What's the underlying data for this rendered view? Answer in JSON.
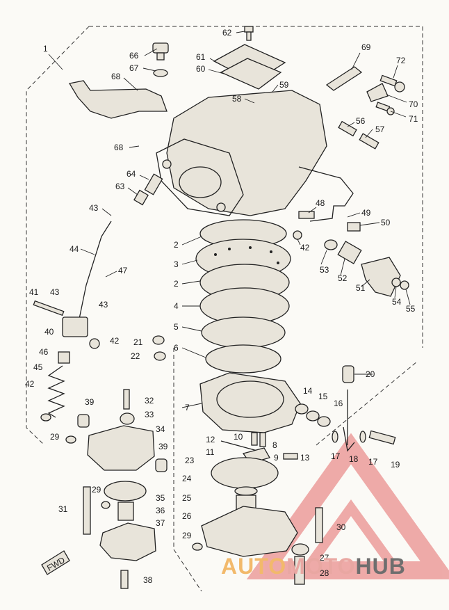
{
  "labels": [
    {
      "text": "1"
    },
    {
      "text": "62"
    },
    {
      "text": "66"
    },
    {
      "text": "67"
    },
    {
      "text": "61"
    },
    {
      "text": "60"
    },
    {
      "text": "69"
    },
    {
      "text": "72"
    },
    {
      "text": "68"
    },
    {
      "text": "59"
    },
    {
      "text": "58"
    },
    {
      "text": "70"
    },
    {
      "text": "71"
    },
    {
      "text": "56"
    },
    {
      "text": "57"
    },
    {
      "text": "68"
    },
    {
      "text": "64"
    },
    {
      "text": "63"
    },
    {
      "text": "43"
    },
    {
      "text": "48"
    },
    {
      "text": "49"
    },
    {
      "text": "50"
    },
    {
      "text": "2"
    },
    {
      "text": "42"
    },
    {
      "text": "44"
    },
    {
      "text": "3"
    },
    {
      "text": "53"
    },
    {
      "text": "47"
    },
    {
      "text": "2"
    },
    {
      "text": "52"
    },
    {
      "text": "51"
    },
    {
      "text": "54"
    },
    {
      "text": "55"
    },
    {
      "text": "41"
    },
    {
      "text": "43"
    },
    {
      "text": "4"
    },
    {
      "text": "43"
    },
    {
      "text": "40"
    },
    {
      "text": "5"
    },
    {
      "text": "42"
    },
    {
      "text": "21"
    },
    {
      "text": "46"
    },
    {
      "text": "6"
    },
    {
      "text": "22"
    },
    {
      "text": "45"
    },
    {
      "text": "20"
    },
    {
      "text": "42"
    },
    {
      "text": "7"
    },
    {
      "text": "14"
    },
    {
      "text": "15"
    },
    {
      "text": "16"
    },
    {
      "text": "39"
    },
    {
      "text": "32"
    },
    {
      "text": "33"
    },
    {
      "text": "34"
    },
    {
      "text": "29"
    },
    {
      "text": "12"
    },
    {
      "text": "10"
    },
    {
      "text": "8"
    },
    {
      "text": "39"
    },
    {
      "text": "11"
    },
    {
      "text": "9"
    },
    {
      "text": "13"
    },
    {
      "text": "17"
    },
    {
      "text": "18"
    },
    {
      "text": "17"
    },
    {
      "text": "19"
    },
    {
      "text": "23"
    },
    {
      "text": "24"
    },
    {
      "text": "29"
    },
    {
      "text": "35"
    },
    {
      "text": "31"
    },
    {
      "text": "25"
    },
    {
      "text": "36"
    },
    {
      "text": "26"
    },
    {
      "text": "37"
    },
    {
      "text": "30"
    },
    {
      "text": "29"
    },
    {
      "text": "27"
    },
    {
      "text": "38"
    },
    {
      "text": "28"
    }
  ],
  "direction_marker": "FWD",
  "watermark": {
    "part1": "AUTO",
    "part2": "MOTO",
    "part3": "HUB"
  }
}
